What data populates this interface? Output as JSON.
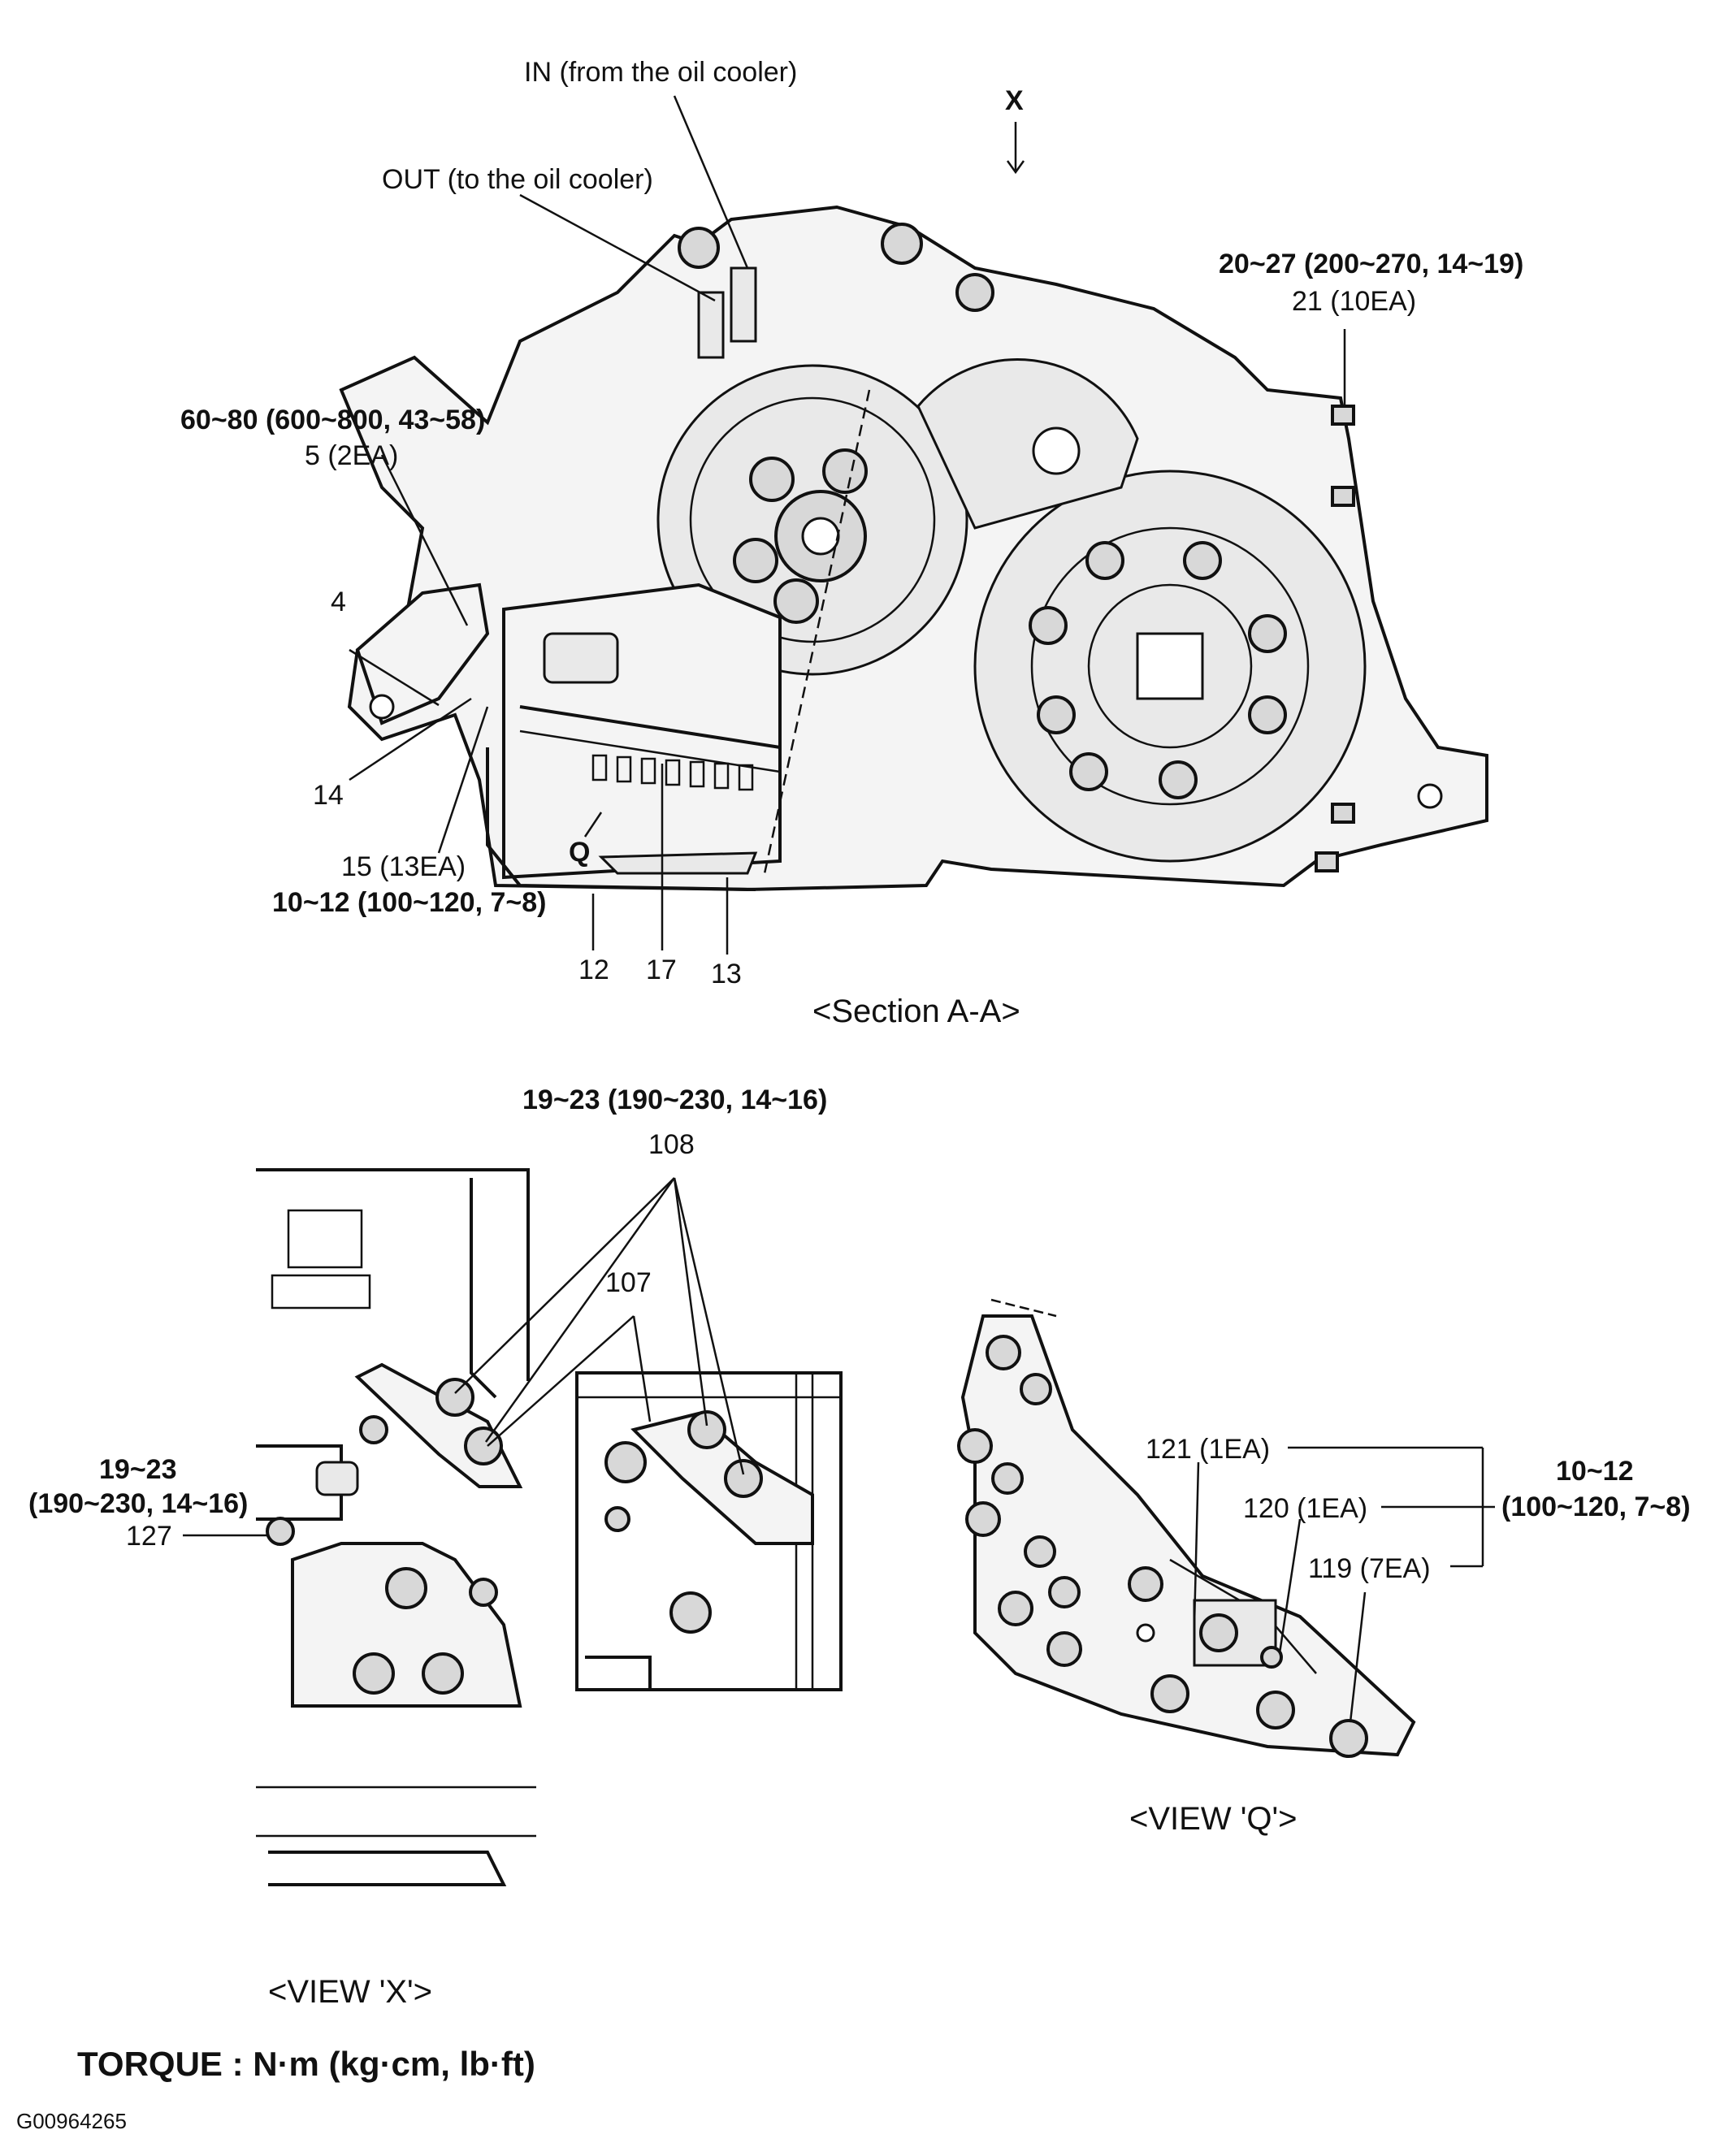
{
  "section_aa": {
    "in_label": "IN (from the oil cooler)",
    "out_label": "OUT (to the oil cooler)",
    "x_marker": "X",
    "torque_top_right": "20~27 (200~270, 14~19)",
    "label_21": "21 (10EA)",
    "torque_left": "60~80 (600~800, 43~58)",
    "label_5": "5 (2EA)",
    "label_4": "4",
    "label_14": "14",
    "label_15": "15 (13EA)",
    "torque_bottom": "10~12 (100~120, 7~8)",
    "marker_q": "Q",
    "label_12": "12",
    "label_17": "17",
    "label_13": "13",
    "caption": "<Section A-A>"
  },
  "view_x": {
    "torque_top": "19~23 (190~230, 14~16)",
    "label_108": "108",
    "label_107": "107",
    "torque_left_line1": "19~23",
    "torque_left_line2": "(190~230, 14~16)",
    "label_127": "127",
    "caption": "<VIEW 'X'>"
  },
  "view_q": {
    "label_121": "121 (1EA)",
    "label_120": "120 (1EA)",
    "label_119": "119 (7EA)",
    "torque_line1": "10~12",
    "torque_line2": "(100~120, 7~8)",
    "caption": "<VIEW 'Q'>"
  },
  "footer": {
    "torque_units": "TORQUE : N·m (kg·cm, lb·ft)",
    "figure_code": "G00964265"
  }
}
